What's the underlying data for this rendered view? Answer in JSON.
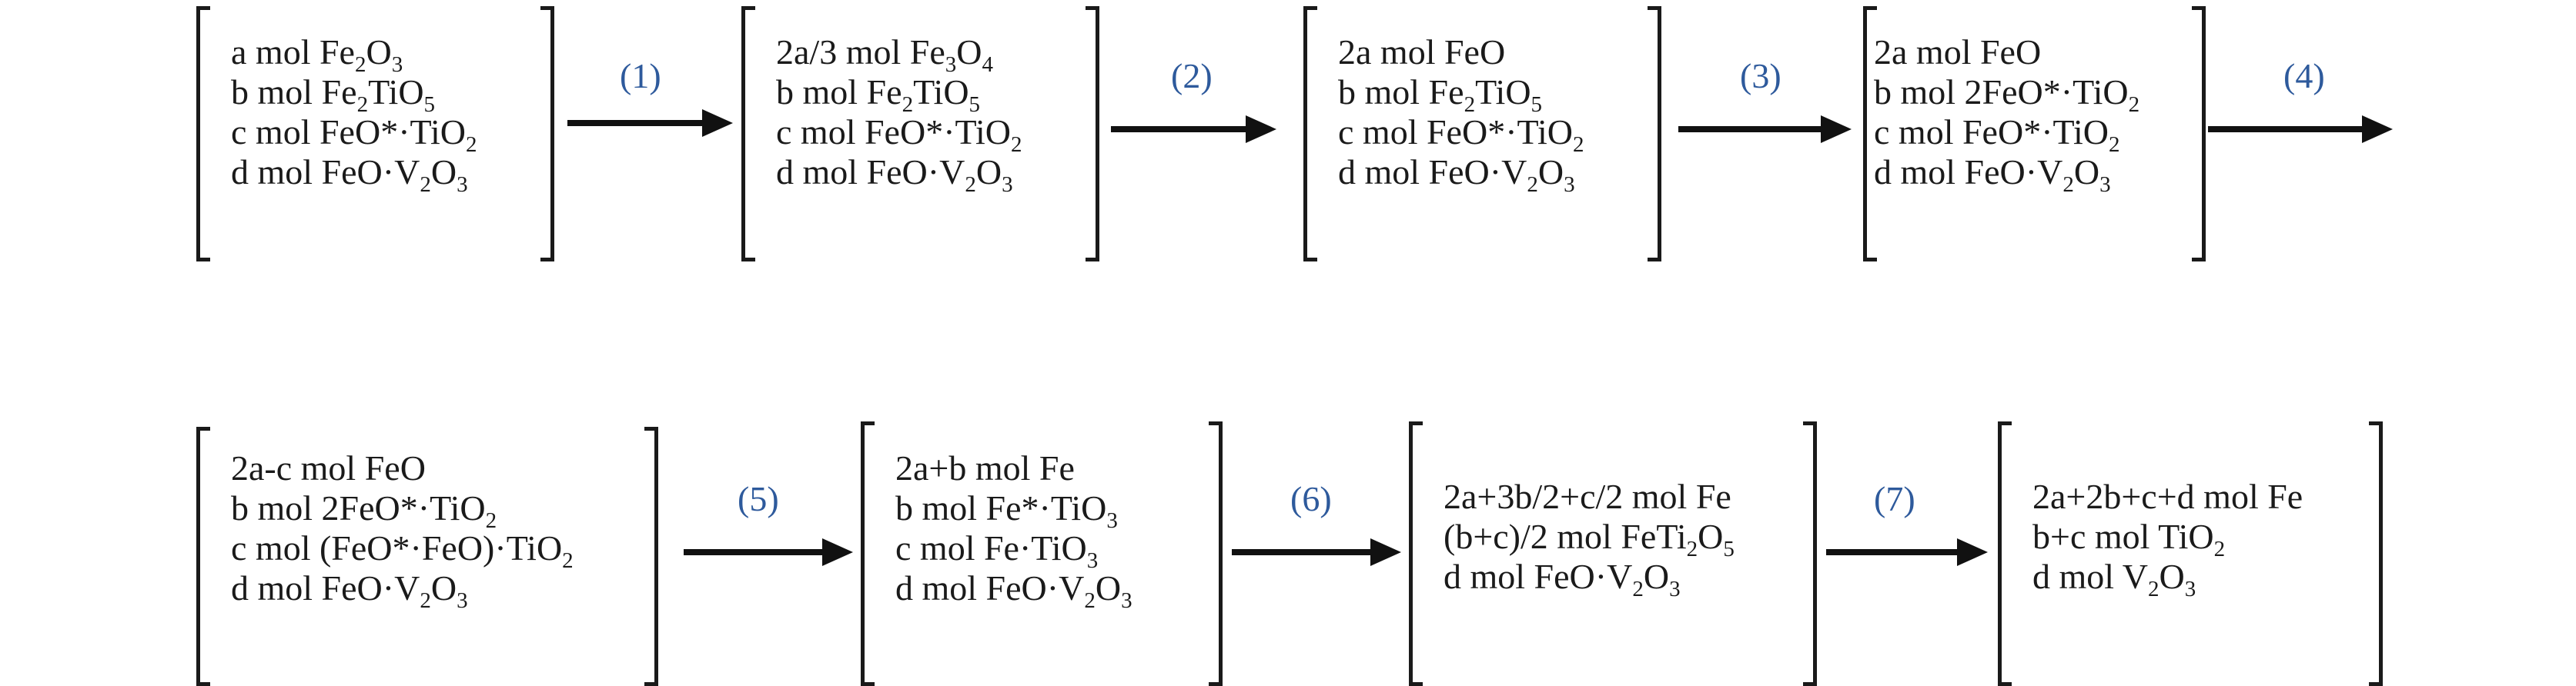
{
  "diagram": {
    "title": "",
    "boxes": [
      {
        "id": "box1",
        "lines": [
          [
            {
              "t": "a mol Fe"
            },
            {
              "t": "2",
              "sub": true
            },
            {
              "t": "O"
            },
            {
              "t": "3",
              "sub": true
            }
          ],
          [
            {
              "t": "b mol Fe"
            },
            {
              "t": "2",
              "sub": true
            },
            {
              "t": "TiO"
            },
            {
              "t": "5",
              "sub": true
            }
          ],
          [
            {
              "t": "c mol FeO*·TiO"
            },
            {
              "t": "2",
              "sub": true
            }
          ],
          [
            {
              "t": "d mol FeO·V"
            },
            {
              "t": "2",
              "sub": true
            },
            {
              "t": "O"
            },
            {
              "t": "3",
              "sub": true
            }
          ]
        ]
      },
      {
        "id": "box2",
        "lines": [
          [
            {
              "t": "2a/3 mol Fe"
            },
            {
              "t": "3",
              "sub": true
            },
            {
              "t": "O"
            },
            {
              "t": "4",
              "sub": true
            }
          ],
          [
            {
              "t": "b mol Fe"
            },
            {
              "t": "2",
              "sub": true
            },
            {
              "t": "TiO"
            },
            {
              "t": "5",
              "sub": true
            }
          ],
          [
            {
              "t": "c mol FeO*·TiO"
            },
            {
              "t": "2",
              "sub": true
            }
          ],
          [
            {
              "t": "d mol FeO·V"
            },
            {
              "t": "2",
              "sub": true
            },
            {
              "t": "O"
            },
            {
              "t": "3",
              "sub": true
            }
          ]
        ]
      },
      {
        "id": "box3",
        "lines": [
          [
            {
              "t": "2a mol FeO"
            }
          ],
          [
            {
              "t": "b mol Fe"
            },
            {
              "t": "2",
              "sub": true
            },
            {
              "t": "TiO"
            },
            {
              "t": "5",
              "sub": true
            }
          ],
          [
            {
              "t": "c mol FeO*·TiO"
            },
            {
              "t": "2",
              "sub": true
            }
          ],
          [
            {
              "t": "d mol FeO·V"
            },
            {
              "t": "2",
              "sub": true
            },
            {
              "t": "O"
            },
            {
              "t": "3",
              "sub": true
            }
          ]
        ]
      },
      {
        "id": "box4",
        "lines": [
          [
            {
              "t": "2a mol FeO"
            }
          ],
          [
            {
              "t": "b mol 2FeO*·TiO"
            },
            {
              "t": "2",
              "sub": true
            }
          ],
          [
            {
              "t": "c mol FeO*·TiO"
            },
            {
              "t": "2",
              "sub": true
            }
          ],
          [
            {
              "t": "d mol FeO·V"
            },
            {
              "t": "2",
              "sub": true
            },
            {
              "t": "O"
            },
            {
              "t": "3",
              "sub": true
            }
          ]
        ]
      },
      {
        "id": "box5",
        "lines": [
          [
            {
              "t": "2a-c mol FeO"
            }
          ],
          [
            {
              "t": "b mol 2FeO*·TiO"
            },
            {
              "t": "2",
              "sub": true
            }
          ],
          [
            {
              "t": "c mol (FeO*·FeO)·TiO"
            },
            {
              "t": "2",
              "sub": true
            }
          ],
          [
            {
              "t": "d mol FeO·V"
            },
            {
              "t": "2",
              "sub": true
            },
            {
              "t": "O"
            },
            {
              "t": "3",
              "sub": true
            }
          ]
        ]
      },
      {
        "id": "box6",
        "lines": [
          [
            {
              "t": "2a+b mol Fe"
            }
          ],
          [
            {
              "t": "b mol Fe*·TiO"
            },
            {
              "t": "3",
              "sub": true
            }
          ],
          [
            {
              "t": "c mol Fe·TiO"
            },
            {
              "t": "3",
              "sub": true
            }
          ],
          [
            {
              "t": "d mol FeO·V"
            },
            {
              "t": "2",
              "sub": true
            },
            {
              "t": "O"
            },
            {
              "t": "3",
              "sub": true
            }
          ]
        ]
      },
      {
        "id": "box7",
        "lines": [
          [
            {
              "t": "2a+3b/2+c/2 mol Fe"
            }
          ],
          [
            {
              "t": "(b+c)/2 mol FeTi"
            },
            {
              "t": "2",
              "sub": true
            },
            {
              "t": "O"
            },
            {
              "t": "5",
              "sub": true
            }
          ],
          [
            {
              "t": "d mol FeO·V"
            },
            {
              "t": "2",
              "sub": true
            },
            {
              "t": "O"
            },
            {
              "t": "3",
              "sub": true
            }
          ]
        ]
      },
      {
        "id": "box8",
        "lines": [
          [
            {
              "t": "2a+2b+c+d mol Fe"
            }
          ],
          [
            {
              "t": "b+c mol TiO"
            },
            {
              "t": "2",
              "sub": true
            }
          ],
          [
            {
              "t": "d mol V"
            },
            {
              "t": "2",
              "sub": true
            },
            {
              "t": "O"
            },
            {
              "t": "3",
              "sub": true
            }
          ]
        ]
      }
    ],
    "arrows": [
      {
        "id": "arrow1",
        "label": "(1)"
      },
      {
        "id": "arrow2",
        "label": "(2)"
      },
      {
        "id": "arrow3",
        "label": "(3)"
      },
      {
        "id": "arrow4",
        "label": "(4)"
      },
      {
        "id": "arrow5",
        "label": "(5)"
      },
      {
        "id": "arrow6",
        "label": "(6)"
      },
      {
        "id": "arrow7",
        "label": "(7)"
      }
    ]
  }
}
